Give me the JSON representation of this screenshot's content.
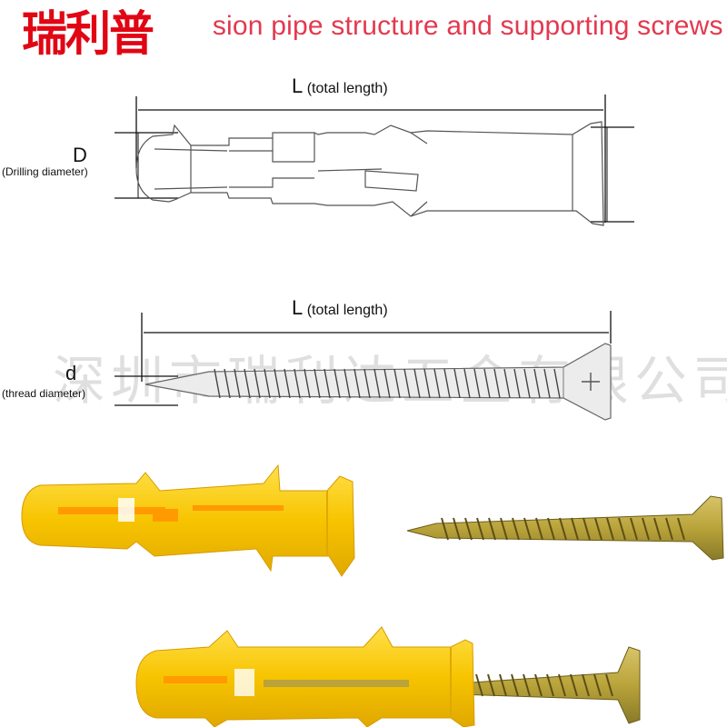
{
  "header": {
    "title": "xpansion pipe structure and supporting screws",
    "logo_text": "瑞利普",
    "colors": {
      "title": "#e3394f",
      "logo": "#e10614"
    }
  },
  "watermark": {
    "text": "深圳市瑞利达五金有限公司"
  },
  "anchor_diagram": {
    "length_letter": "L",
    "length_note": "(total length)",
    "diameter_letter": "D",
    "diameter_note": "(Drilling diameter)"
  },
  "screw_diagram": {
    "length_letter": "L",
    "length_note": "(total length)",
    "diameter_letter": "d",
    "diameter_note": "(thread diameter)"
  },
  "photos": {
    "anchor_color": "#f7c400",
    "screw_color": "#b9a33a",
    "items": [
      "yellow-wall-anchor",
      "self-tapping-screw",
      "anchor-with-screw-assembly"
    ]
  }
}
